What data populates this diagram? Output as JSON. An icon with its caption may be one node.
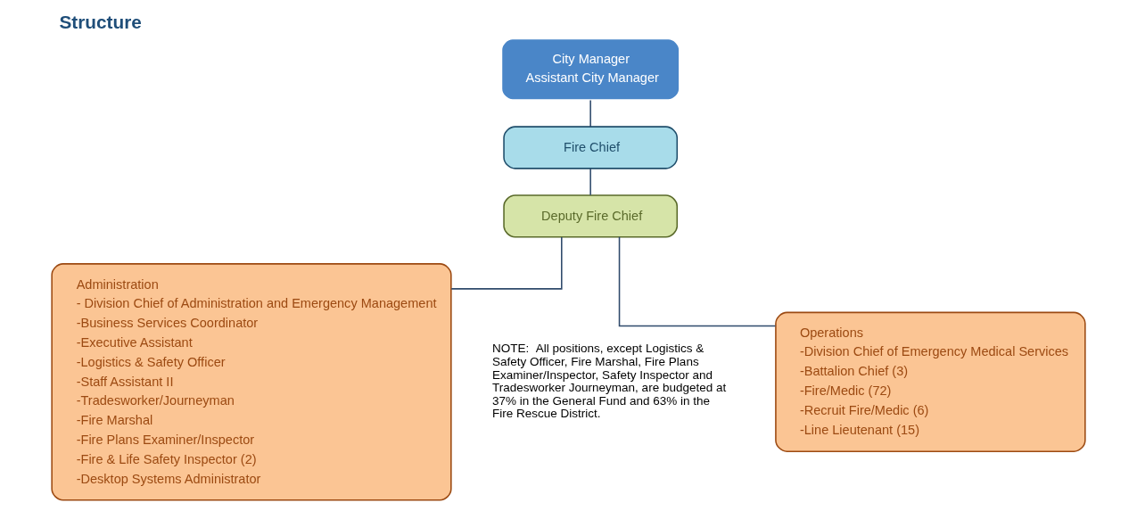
{
  "diagram": {
    "title": "Structure",
    "nodes": [
      {
        "text": [
          "City Manager",
          "Assistant City Manager"
        ]
      },
      {
        "text": [
          "Fire Chief"
        ]
      },
      {
        "text": [
          "Deputy Fire Chief"
        ]
      },
      {
        "text": [
          "Administration",
          "- Division Chief of Administration and Emergency Management",
          "-Business Services Coordinator",
          "-Executive Assistant",
          "-Logistics & Safety Officer",
          "-Staff Assistant II",
          "-Tradesworker/Journeyman",
          "-Fire Marshal",
          "-Fire Plans Examiner/Inspector",
          "-Fire & Life Safety Inspector (2)",
          "-Desktop Systems Administrator"
        ]
      },
      {
        "text": [
          "Operations",
          "-Division Chief of Emergency Medical Services",
          "-Battalion Chief (3)",
          "-Fire/Medic (72)",
          "-Recruit Fire/Medic (6)",
          "-Line Lieutenant (15)"
        ]
      }
    ],
    "edges": [
      {
        "from": 0,
        "to": 1,
        "arrow": "none"
      },
      {
        "from": 1,
        "to": 2,
        "arrow": "none"
      },
      {
        "from": 2,
        "to": 3,
        "arrow": "none"
      },
      {
        "from": 2,
        "to": 4,
        "arrow": "none"
      }
    ],
    "labels": [
      "NOTE:  All positions, except Logistics & Safety Officer, Fire Marshal, Fire Plans Examiner/Inspector, Safety Inspector and Tradesworker Journeyman, are budgeted at 37% in the General Fund and 63% in the Fire Rescue District."
    ]
  }
}
